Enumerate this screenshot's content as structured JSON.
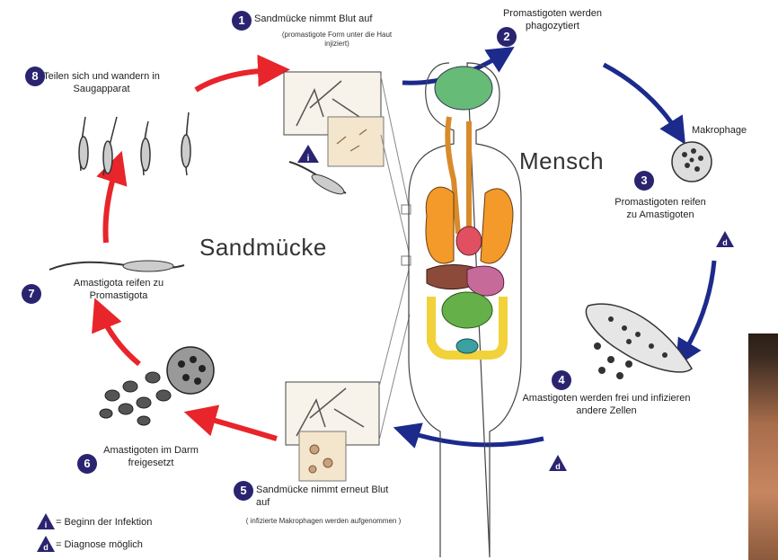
{
  "regions": {
    "vector": "Sandmücke",
    "host": "Mensch"
  },
  "steps": [
    {
      "num": "1",
      "title": "Sandmücke nimmt Blut auf",
      "note": "(promastigote Form unter die Haut injiziert)"
    },
    {
      "num": "2",
      "title": "Promastigoten werden phagozytiert"
    },
    {
      "num": "3",
      "title": "Promastigoten reifen zu Amastigoten"
    },
    {
      "num": "4",
      "title": "Amastigoten werden frei und infizieren andere Zellen"
    },
    {
      "num": "5",
      "title": "Sandmücke nimmt erneut Blut auf",
      "note": "( infizierte Makrophagen werden aufgenommen )"
    },
    {
      "num": "6",
      "title": "Amastigoten im Darm freigesetzt"
    },
    {
      "num": "7",
      "title": "Amastigota reifen zu Promastigota"
    },
    {
      "num": "8",
      "title": "Teilen sich und wandern in Saugapparat"
    }
  ],
  "labels": {
    "makrophage": "Makrophage"
  },
  "legend": {
    "infection": "= Beginn der Infektion",
    "diagnosis": "= Diagnose möglich"
  },
  "colors": {
    "vector_arrows": "#e8252b",
    "host_arrows": "#1c2a8c",
    "step_badge": "#2a2470"
  },
  "icons": {
    "infection": "solid-triangle-icon",
    "diagnosis": "d-triangle-icon"
  }
}
